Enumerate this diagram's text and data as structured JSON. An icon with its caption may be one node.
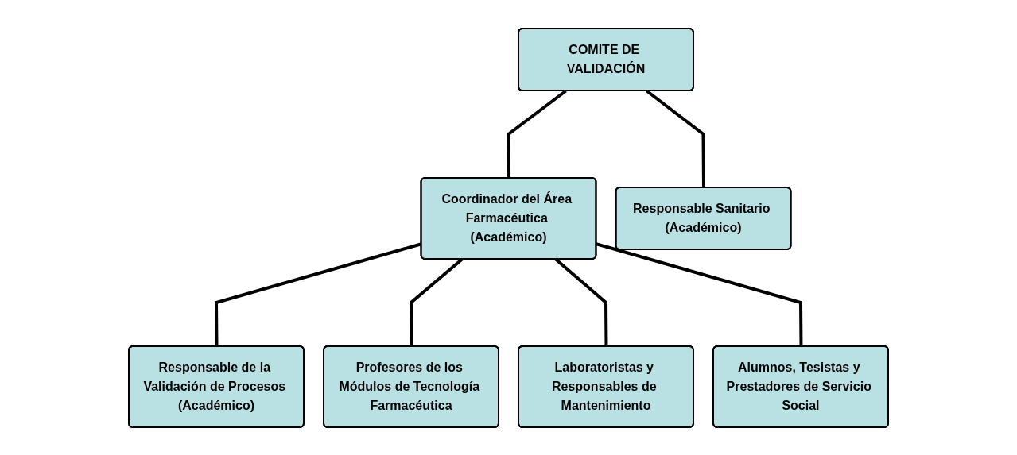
{
  "diagram": {
    "nodes": [
      {
        "text": [
          "COMITE DE VALIDACIÓN"
        ]
      },
      {
        "text": [
          "Coordinador del Área Farmacéutica (Académico)"
        ]
      },
      {
        "text": [
          "Responsable Sanitario (Académico)"
        ]
      },
      {
        "text": [
          "Responsable de la Validación de Procesos (Académico)"
        ]
      },
      {
        "text": [
          "Profesores de los Módulos de Tecnología Farmacéutica"
        ]
      },
      {
        "text": [
          "Laboratoristas y Responsables de Mantenimiento"
        ]
      },
      {
        "text": [
          "Alumnos, Tesistas y Prestadores de Servicio Social"
        ]
      }
    ],
    "edges": [
      {
        "from": 0,
        "to": 1,
        "arrow": "none"
      },
      {
        "from": 0,
        "to": 2,
        "arrow": "none"
      },
      {
        "from": 1,
        "to": 3,
        "arrow": "none"
      },
      {
        "from": 1,
        "to": 4,
        "arrow": "none"
      },
      {
        "from": 1,
        "to": 5,
        "arrow": "none"
      },
      {
        "from": 1,
        "to": 6,
        "arrow": "none"
      }
    ]
  }
}
